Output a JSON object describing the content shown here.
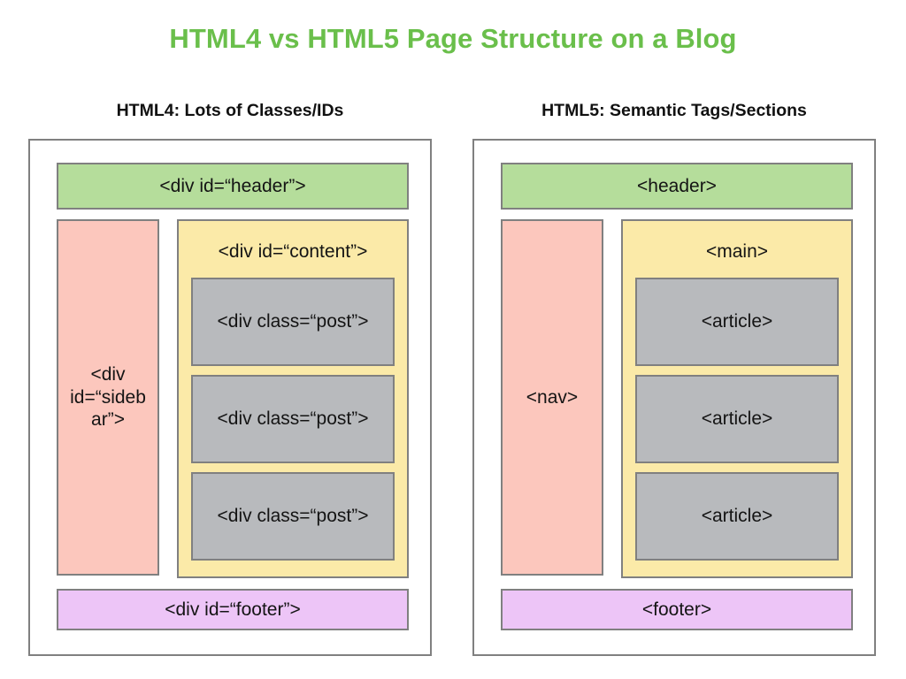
{
  "slide": {
    "title": "HTML4 vs HTML5 Page Structure on a Blog",
    "title_color": "#6abf4b",
    "background": "#ffffff"
  },
  "columns": [
    {
      "id": "html4",
      "heading": "HTML4: Lots of Classes/IDs",
      "blocks": {
        "header": {
          "label": "<div id=“header”>",
          "color": "#b5dd9b"
        },
        "sidebar": {
          "label": "<div\nid=“sideb\nar”>",
          "color": "#fcc7bd"
        },
        "content": {
          "label": "<div id=“content”>",
          "color": "#fbeaa8"
        },
        "posts": [
          {
            "label": "<div class=“post”>",
            "color": "#b8babd"
          },
          {
            "label": "<div class=“post”>",
            "color": "#b8babd"
          },
          {
            "label": "<div class=“post”>",
            "color": "#b8babd"
          }
        ],
        "footer": {
          "label": "<div id=“footer”>",
          "color": "#edc5f7"
        }
      }
    },
    {
      "id": "html5",
      "heading": "HTML5: Semantic Tags/Sections",
      "blocks": {
        "header": {
          "label": "<header>",
          "color": "#b5dd9b"
        },
        "sidebar": {
          "label": "<nav>",
          "color": "#fcc7bd"
        },
        "content": {
          "label": "<main>",
          "color": "#fbeaa8"
        },
        "posts": [
          {
            "label": "<article>",
            "color": "#b8babd"
          },
          {
            "label": "<article>",
            "color": "#b8babd"
          },
          {
            "label": "<article>",
            "color": "#b8babd"
          }
        ],
        "footer": {
          "label": "<footer>",
          "color": "#edc5f7"
        }
      }
    }
  ]
}
